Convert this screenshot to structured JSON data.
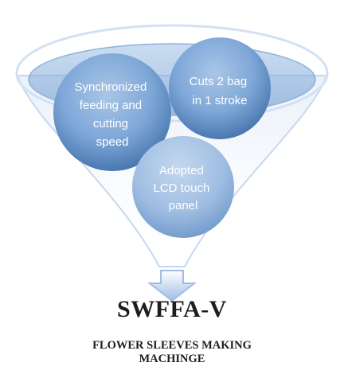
{
  "funnel": {
    "bubbles": [
      {
        "lines": [
          "Synchronized",
          "feeding and",
          "cutting",
          "speed"
        ]
      },
      {
        "lines": [
          "Cuts 2 bag",
          "in 1 stroke"
        ]
      },
      {
        "lines": [
          "Adopted",
          "LCD touch",
          "panel"
        ]
      }
    ],
    "colors": {
      "bubble_light": "#a9c6e6",
      "bubble_dark": "#3f6fa8",
      "funnel_rim": "#8eb2de",
      "arrow": "#9fbce3"
    }
  },
  "product": {
    "model": "SWFFA-V",
    "description_lines": [
      "FLOWER SLEEVES MAKING",
      "MACHINGE"
    ]
  }
}
